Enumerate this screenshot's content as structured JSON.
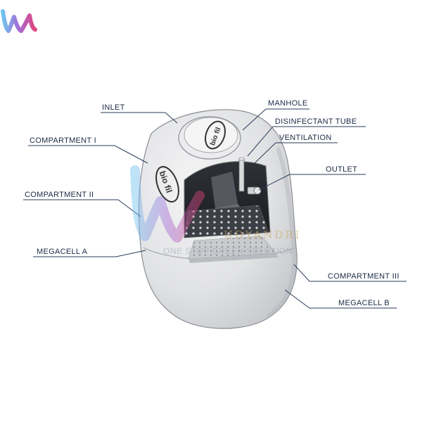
{
  "labels": {
    "inlet": "INLET",
    "manhole": "MANHOLE",
    "disinfectant_tube": "DISINFECTANT TUBE",
    "ventilation": "VENTILATION",
    "outlet": "OUTLET",
    "compartment_1": "COMPARTMENT I",
    "compartment_2": "COMPARTMENT II",
    "compartment_3": "COMPARTMENT III",
    "megacell_a": "MEGACELL  A",
    "megacell_b": "MEGACELL  B"
  },
  "lid_logo": "bio fil",
  "body_logo": "bio fil",
  "watermark": {
    "name": "UDYANDRI",
    "tagline": "ONE STOP GREEN SOLUTION"
  },
  "colors": {
    "label_text": "#1a2a44",
    "tank_body": "#e4e5e7",
    "logo_gradient_start": "#6fc3f0",
    "logo_gradient_end": "#e0457b"
  }
}
